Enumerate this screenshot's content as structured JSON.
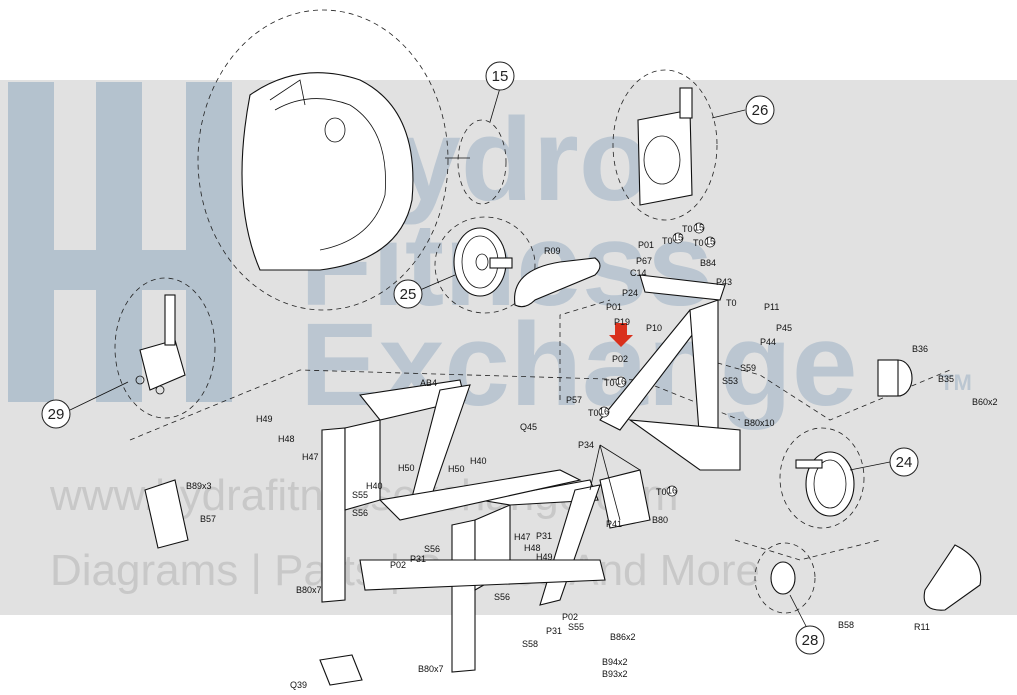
{
  "watermark": {
    "brand_line1": "Hydro",
    "brand_line2": "Fitness",
    "brand_line3": "Exchange",
    "trademark": "TM",
    "url": "www.hydrafitnessexchange.com",
    "tagline": "Diagrams | Parts | Service And More",
    "band_color": "#e1e1e1",
    "logo_color": "#7f9db8"
  },
  "callouts": [
    "15",
    "26",
    "25",
    "29",
    "24",
    "28"
  ],
  "labels": [
    "R09",
    "P01",
    "T0",
    "T0",
    "T0",
    "P67",
    "B84",
    "C14",
    "P24",
    "P43",
    "T0",
    "P11",
    "P01",
    "P45",
    "P10",
    "P44",
    "P19",
    "P02",
    "B36",
    "S59",
    "S53",
    "B35",
    "T0",
    "B60x2",
    "AB4",
    "P57",
    "T0",
    "B80x10",
    "H49",
    "Q45",
    "H48",
    "H47",
    "P34",
    "H40",
    "H50",
    "H50",
    "B89x3",
    "T0",
    "H40",
    "S55",
    "P41",
    "B80",
    "S56",
    "B57",
    "H47",
    "P31",
    "H48",
    "H49",
    "P02",
    "P31",
    "S56",
    "B80x7",
    "S56",
    "P02",
    "P31",
    "S55",
    "S58",
    "B58",
    "B86x2",
    "R11",
    "B94x2",
    "B80x7",
    "B93x2",
    "Q39"
  ],
  "circled_nums": [
    "15",
    "15",
    "15",
    "16",
    "16",
    "16"
  ],
  "pointer_arrow_color": "#d9301c"
}
